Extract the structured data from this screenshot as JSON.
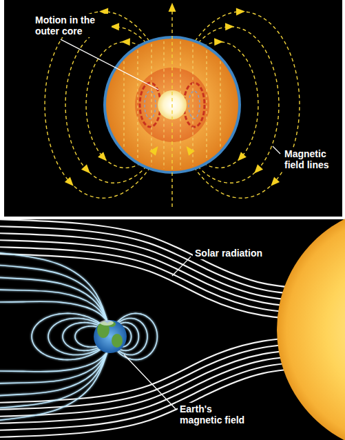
{
  "diagram": {
    "labels": [
      "Motion in the outer core",
      "Magnetic field lines",
      "Solar radiation",
      "Earth's magnetic field"
    ]
  }
}
